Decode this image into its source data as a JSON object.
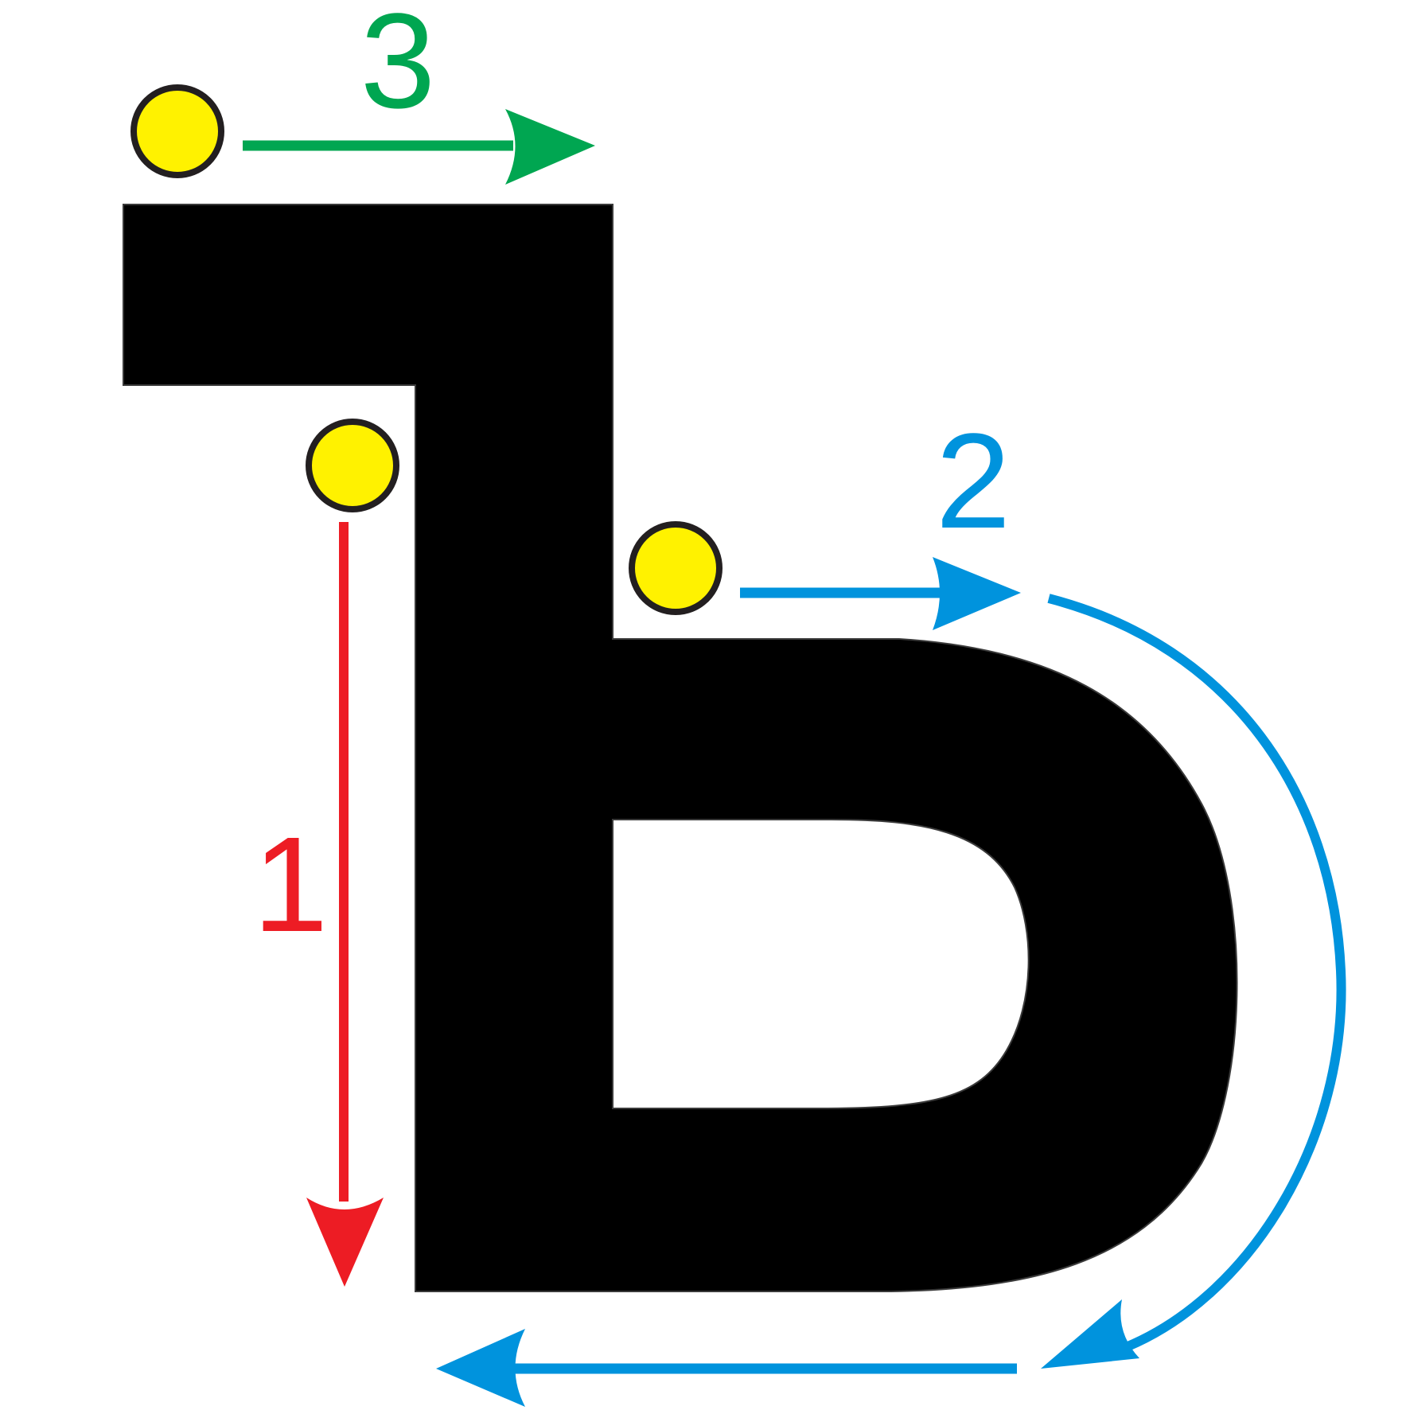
{
  "colors": {
    "letter": "#000000",
    "start_dot_fill": "#fff200",
    "start_dot_stroke": "#231f20",
    "stroke1": "#ed1c24",
    "stroke2": "#0093dd",
    "stroke3": "#00a651",
    "background": "#ffffff"
  },
  "strokes": [
    {
      "number": "1",
      "direction": "down"
    },
    {
      "number": "2",
      "direction": "right-then-around-then-left"
    },
    {
      "number": "3",
      "direction": "right"
    }
  ]
}
